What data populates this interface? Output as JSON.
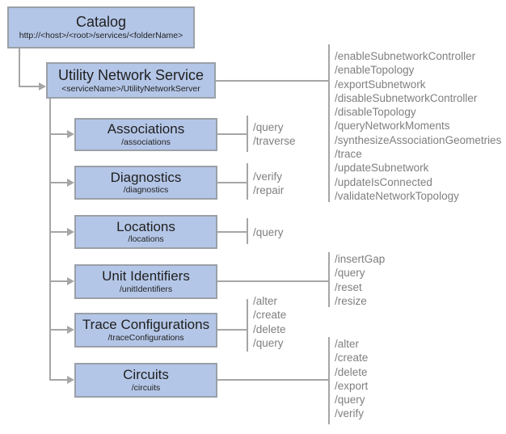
{
  "diagram": {
    "nodes": {
      "catalog": {
        "title": "Catalog",
        "subtitle": "http://<host>/<root>/services/<folderName>"
      },
      "utility_network_service": {
        "title": "Utility Network Service",
        "subtitle": "<serviceName>/UtilityNetworkServer"
      },
      "associations": {
        "title": "Associations",
        "subtitle": "/associations"
      },
      "diagnostics": {
        "title": "Diagnostics",
        "subtitle": "/diagnostics"
      },
      "locations": {
        "title": "Locations",
        "subtitle": "/locations"
      },
      "unit_identifiers": {
        "title": "Unit Identifiers",
        "subtitle": "/unitIdentifiers"
      },
      "trace_configurations": {
        "title": "Trace Configurations",
        "subtitle": "/traceConfigurations"
      },
      "circuits": {
        "title": "Circuits",
        "subtitle": "/circuits"
      }
    },
    "operations": {
      "utility_network_service": [
        "/enableSubnetworkController",
        "/enableTopology",
        "/exportSubnetwork",
        "/disableSubnetworkController",
        "/disableTopology",
        "/queryNetworkMoments",
        "/synthesizeAssociationGeometries",
        "/trace",
        "/updateSubnetwork",
        "/updateIsConnected",
        "/validateNetworkTopology"
      ],
      "associations": [
        "/query",
        "/traverse"
      ],
      "diagnostics": [
        "/verify",
        "/repair"
      ],
      "locations": [
        "/query"
      ],
      "unit_identifiers": [
        "/insertGap",
        "/query",
        "/reset",
        "/resize"
      ],
      "trace_configurations": [
        "/alter",
        "/create",
        "/delete",
        "/query"
      ],
      "circuits": [
        "/alter",
        "/create",
        "/delete",
        "/export",
        "/query",
        "/verify"
      ]
    },
    "colors": {
      "node_fill": "#b4c6e7",
      "node_border": "#9aa0a8",
      "connector": "#a6a6a6",
      "ops_text": "#7f7f7f",
      "node_text": "#1f1f1f"
    }
  }
}
